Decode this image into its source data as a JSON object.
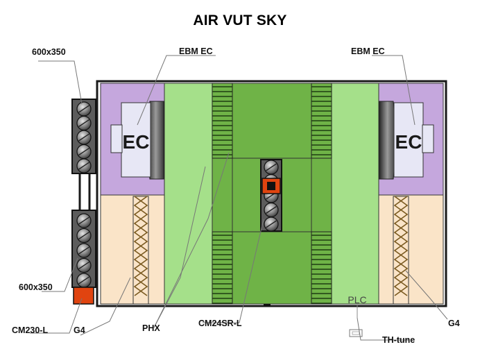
{
  "title": "AIR VUT SKY",
  "labels": {
    "damper_top": "600x350",
    "damper_bottom": "600x350",
    "fan_left": "EBM EC",
    "fan_right": "EBM EC",
    "fan_box_text": "EC",
    "actuator_left": "CM230-L",
    "filter_left": "G4",
    "filter_right": "G4",
    "heat_exchanger": "PHX",
    "bypass_actuator": "CM24SR-L",
    "controller": "PLC",
    "controller_kit": "TH-tune"
  },
  "colors": {
    "fan_section": "#c5a7dd",
    "filter_section": "#fae4c8",
    "light_green": "#a5e08a",
    "dark_green": "#6fb347",
    "damper": "#6f6f6f",
    "actuator": "#e04410",
    "frame": "#1a1a1a"
  }
}
